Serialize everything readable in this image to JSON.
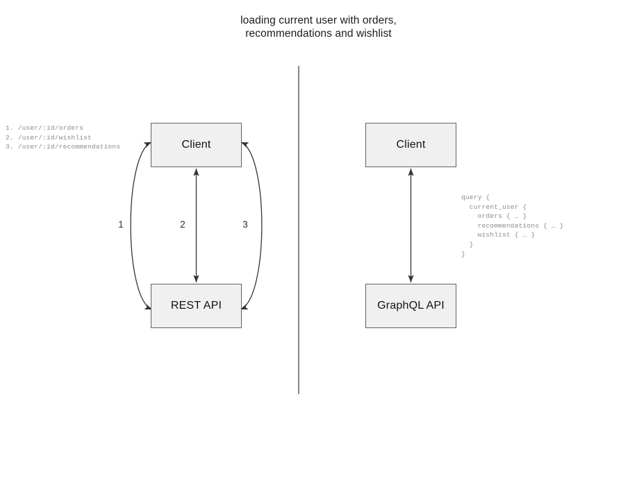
{
  "title": "loading current user with orders,\nrecommendations and wishlist",
  "divider": {
    "name": "vertical-divider",
    "color": "#666666"
  },
  "left_panel": {
    "name": "rest-panel",
    "client_node": {
      "label": "Client"
    },
    "api_node": {
      "label": "REST API"
    },
    "endpoints_text": "1. /user/:id/orders\n2. /user/:id/wishlist\n3. /user/:id/recommendations",
    "endpoints": [
      {
        "number": "1.",
        "path": "/user/:id/orders"
      },
      {
        "number": "2.",
        "path": "/user/:id/wishlist"
      },
      {
        "number": "3.",
        "path": "/user/:id/recommendations"
      }
    ],
    "edges": [
      {
        "label": "1",
        "style": "curved-left",
        "arrowheads": "both"
      },
      {
        "label": "2",
        "style": "straight",
        "arrowheads": "both"
      },
      {
        "label": "3",
        "style": "curved-right",
        "arrowheads": "both"
      }
    ]
  },
  "right_panel": {
    "name": "graphql-panel",
    "client_node": {
      "label": "Client"
    },
    "api_node": {
      "label": "GraphQL API"
    },
    "query_text": "query {\n  current_user {\n    orders { … }\n    recommendations { … }\n    wishlist { … }\n  }\n}",
    "edges": [
      {
        "label": "",
        "style": "straight",
        "arrowheads": "both"
      }
    ]
  },
  "colors": {
    "node_fill": "#f0f0f0",
    "node_border": "#606060",
    "edge_stroke": "#333333",
    "code_text": "#8a8a8a",
    "title_text": "#1a1a1a",
    "background": "#ffffff"
  }
}
